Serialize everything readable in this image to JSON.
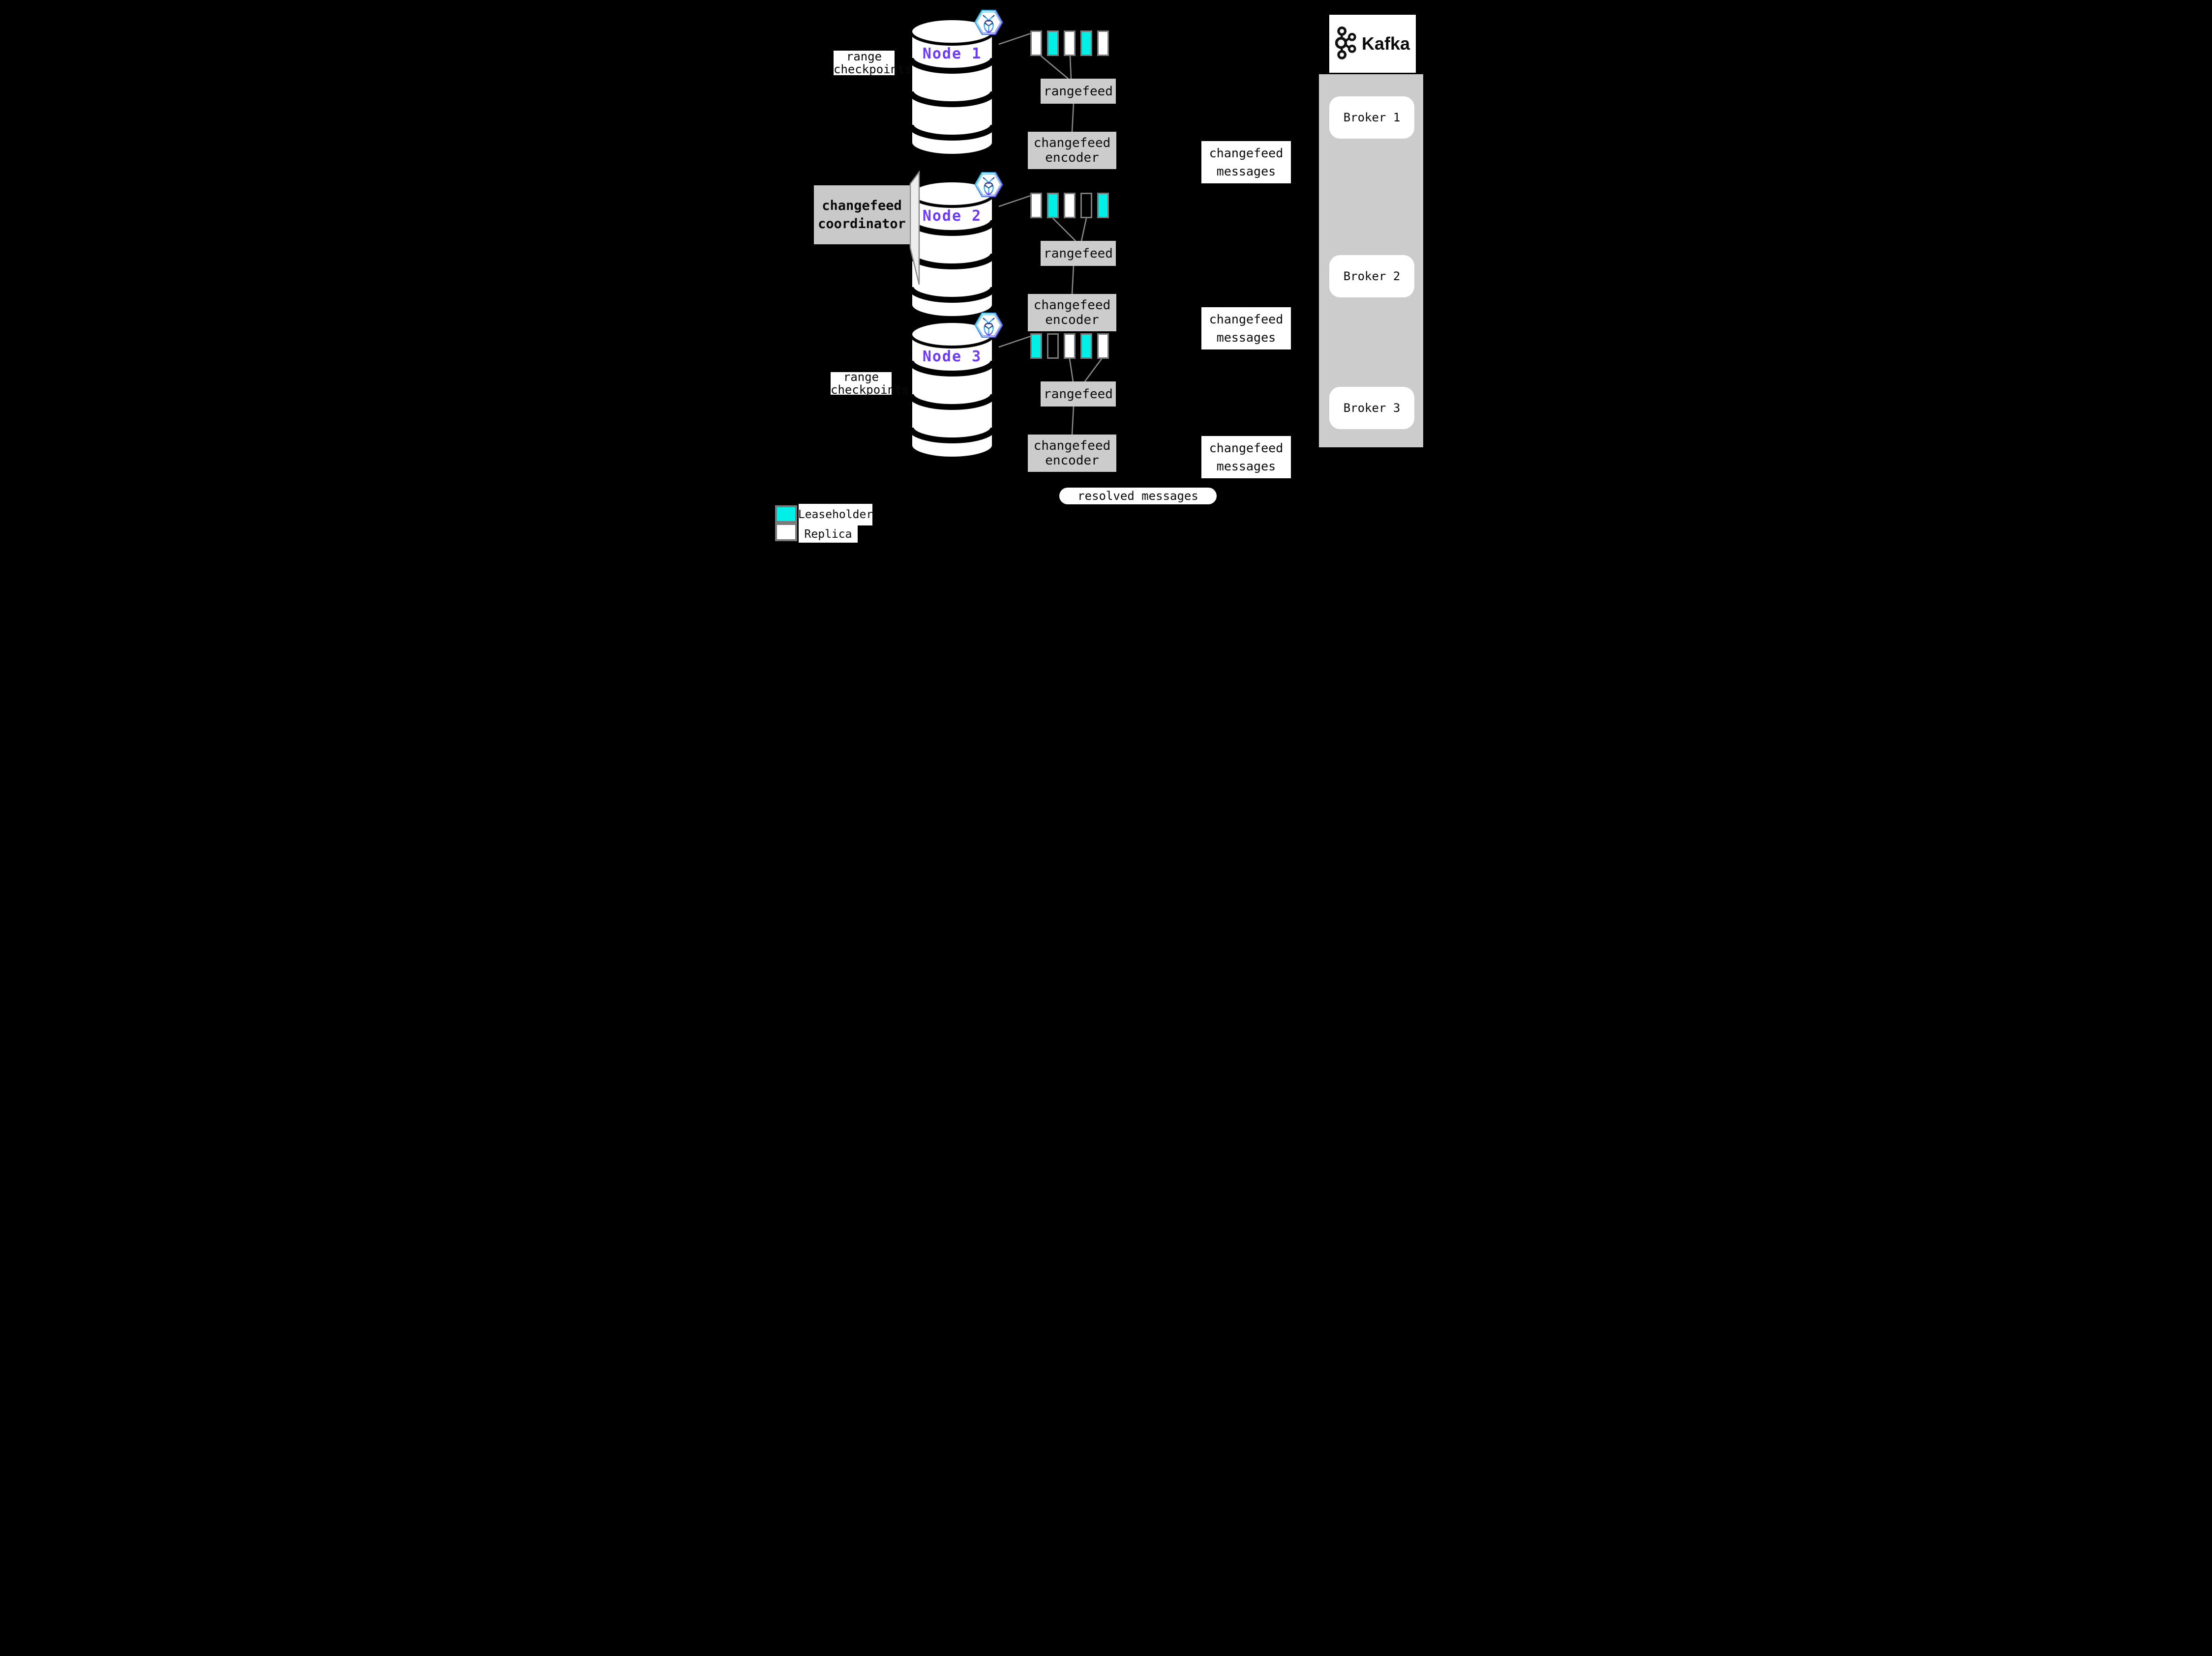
{
  "colors": {
    "bg": "#000000",
    "leaseholder": "#00efe6",
    "replica": "#ffffff",
    "boxgray": "#cccccc",
    "nodelabel": "#6d3bf5",
    "line": "#8c8c8c",
    "hex_gradient_start": "#3ddcf5",
    "hex_gradient_end": "#5b45f2"
  },
  "nodes": [
    {
      "label": "Node 1",
      "ranges": [
        "replica",
        "leaseholder",
        "replica",
        "leaseholder",
        "replica"
      ]
    },
    {
      "label": "Node 2",
      "ranges": [
        "replica",
        "leaseholder",
        "replica",
        "empty",
        "leaseholder"
      ]
    },
    {
      "label": "Node 3",
      "ranges": [
        "leaseholder",
        "empty",
        "replica",
        "leaseholder",
        "replica"
      ]
    }
  ],
  "shared": {
    "rangefeed": "rangefeed",
    "encoder_line1": "changefeed",
    "encoder_line2": "encoder",
    "messages_line1": "changefeed",
    "messages_line2": "messages",
    "checkpoints_line1": "range",
    "checkpoints_line2": "checkpoints"
  },
  "coordinator": {
    "line1": "changefeed",
    "line2": "coordinator"
  },
  "resolved_label": "resolved messages",
  "kafka": {
    "logo_text": "Kafka",
    "brokers": [
      {
        "label": "Broker 1"
      },
      {
        "label": "Broker 2"
      },
      {
        "label": "Broker 3"
      }
    ]
  },
  "legend": {
    "leaseholder_label": "Leaseholder",
    "replica_label": "Replica"
  }
}
